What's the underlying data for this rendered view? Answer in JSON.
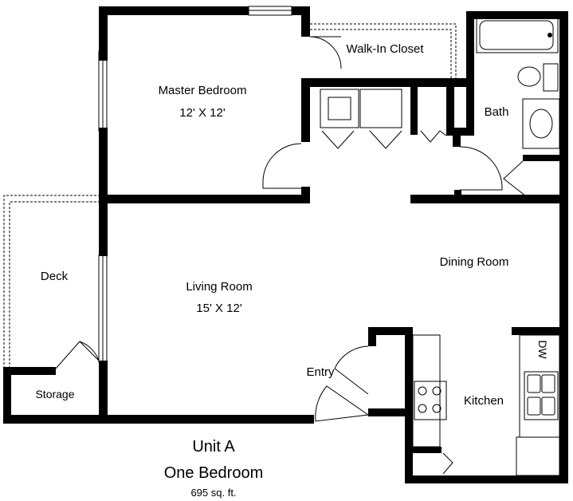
{
  "rooms": {
    "master_bedroom": {
      "name": "Master Bedroom",
      "size": "12' X 12'"
    },
    "walk_in_closet": {
      "name": "Walk-In Closet"
    },
    "bath": {
      "name": "Bath"
    },
    "deck": {
      "name": "Deck"
    },
    "living_room": {
      "name": "Living Room",
      "size": "15' X 12'"
    },
    "dining_room": {
      "name": "Dining Room"
    },
    "entry": {
      "name": "Entry"
    },
    "kitchen": {
      "name": "Kitchen"
    },
    "storage": {
      "name": "Storage"
    },
    "dishwasher": {
      "label": "DW"
    }
  },
  "unit": {
    "title": "Unit A",
    "subtitle": "One Bedroom",
    "area": "695 sq. ft."
  }
}
